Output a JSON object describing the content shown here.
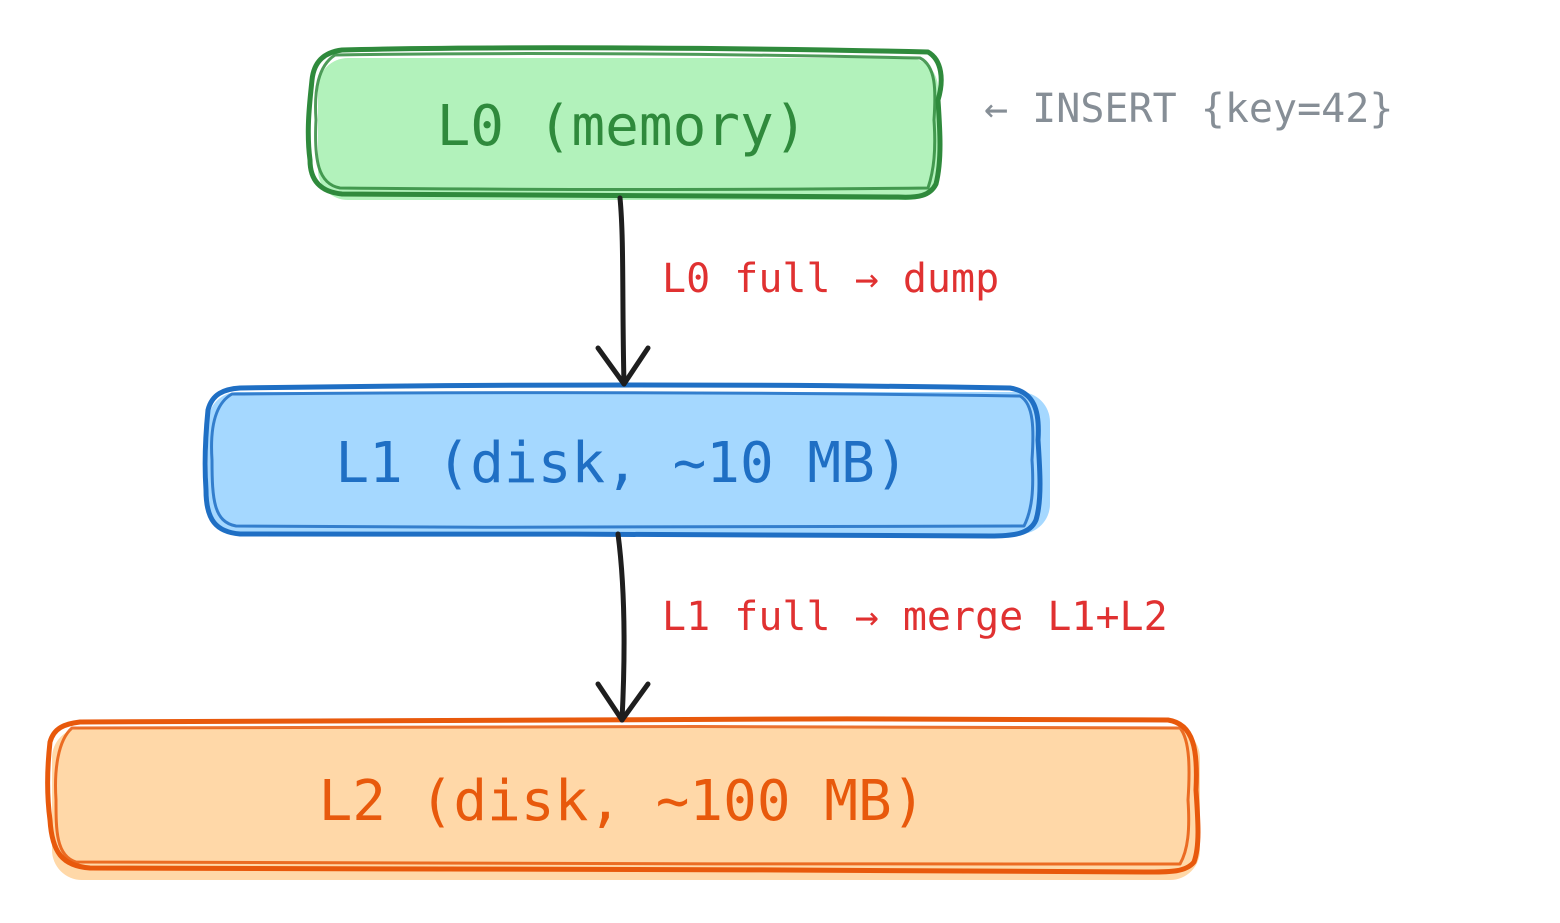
{
  "diagram": {
    "nodes": [
      {
        "id": "l0",
        "label": "L0 (memory)",
        "fill": "#b2f2bb",
        "stroke": "#2f8a3c",
        "text_color": "#2f8a3c"
      },
      {
        "id": "l1",
        "label": "L1 (disk, ~10 MB)",
        "fill": "#a5d8ff",
        "stroke": "#1f6fc4",
        "text_color": "#1f6fc4"
      },
      {
        "id": "l2",
        "label": "L2 (disk, ~100 MB)",
        "fill": "#ffd8a8",
        "stroke": "#e8590c",
        "text_color": "#e8590c"
      }
    ],
    "edges": [
      {
        "from": "l0",
        "to": "l1",
        "label": "L0 full → dump",
        "color": "#e03131"
      },
      {
        "from": "l1",
        "to": "l2",
        "label": "L1 full → merge L1+L2",
        "color": "#e03131"
      }
    ],
    "insert_note": {
      "label": "← INSERT {key=42}",
      "color": "#868e96"
    },
    "arrow_color": "#1e1e1e"
  }
}
